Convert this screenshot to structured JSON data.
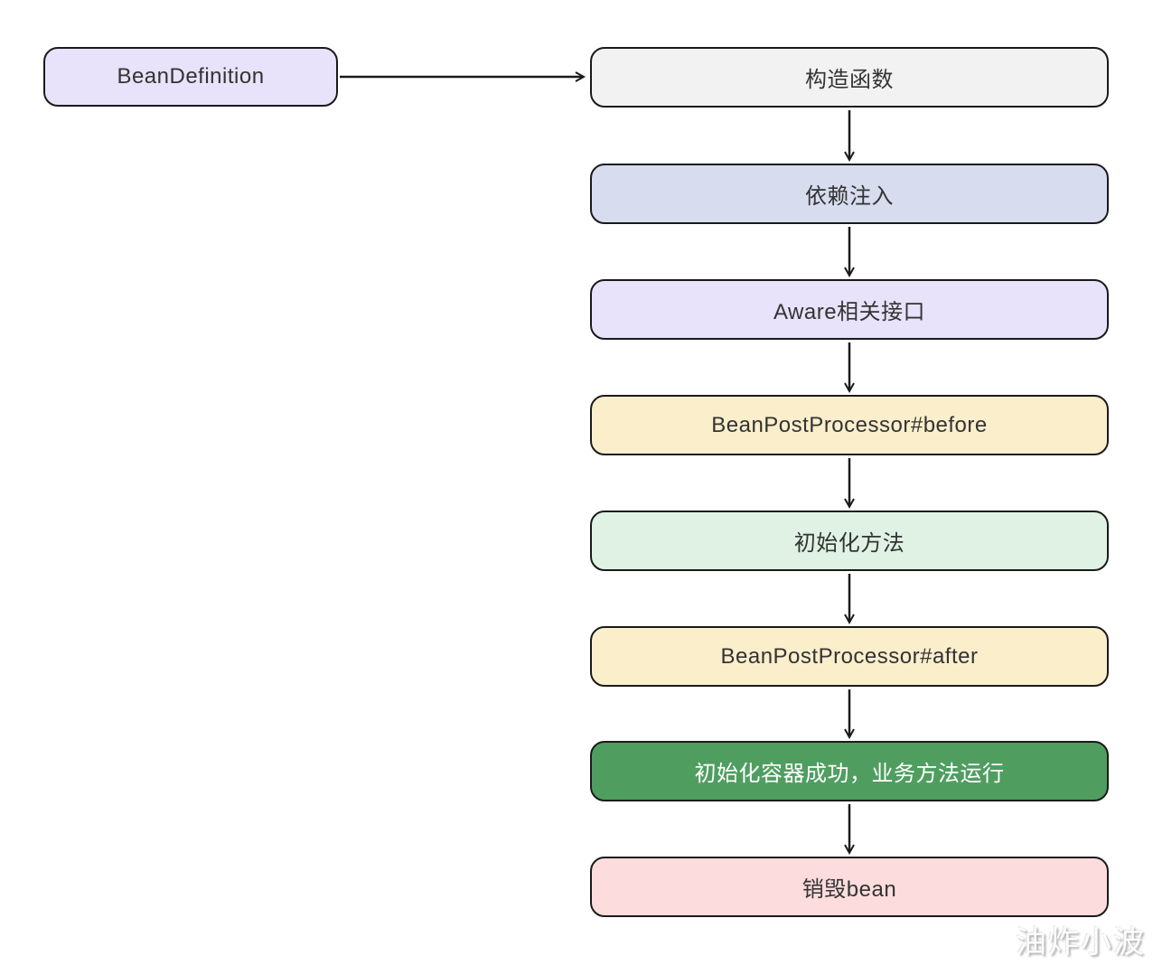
{
  "diagram": {
    "title_semantic": "spring-bean-lifecycle-flowchart",
    "source_node": {
      "label": "BeanDefinition",
      "bg": "#e8e2fa",
      "fg": "#333333"
    },
    "flow_nodes": [
      {
        "label": "构造函数",
        "bg": "#f3f2f2",
        "fg": "#333333"
      },
      {
        "label": "依赖注入",
        "bg": "#d7dcef",
        "fg": "#333333"
      },
      {
        "label": "Aware相关接口",
        "bg": "#e8e2fa",
        "fg": "#333333"
      },
      {
        "label": "BeanPostProcessor#before",
        "bg": "#fbeecb",
        "fg": "#333333"
      },
      {
        "label": "初始化方法",
        "bg": "#dff2e4",
        "fg": "#333333"
      },
      {
        "label": "BeanPostProcessor#after",
        "bg": "#fbeecb",
        "fg": "#333333"
      },
      {
        "label": "初始化容器成功，业务方法运行",
        "bg": "#4f9e60",
        "fg": "#ffffff"
      },
      {
        "label": "销毁bean",
        "bg": "#fcdcdc",
        "fg": "#333333"
      }
    ],
    "arrow_color": "#1a1a1a",
    "watermark": "油炸小波"
  }
}
